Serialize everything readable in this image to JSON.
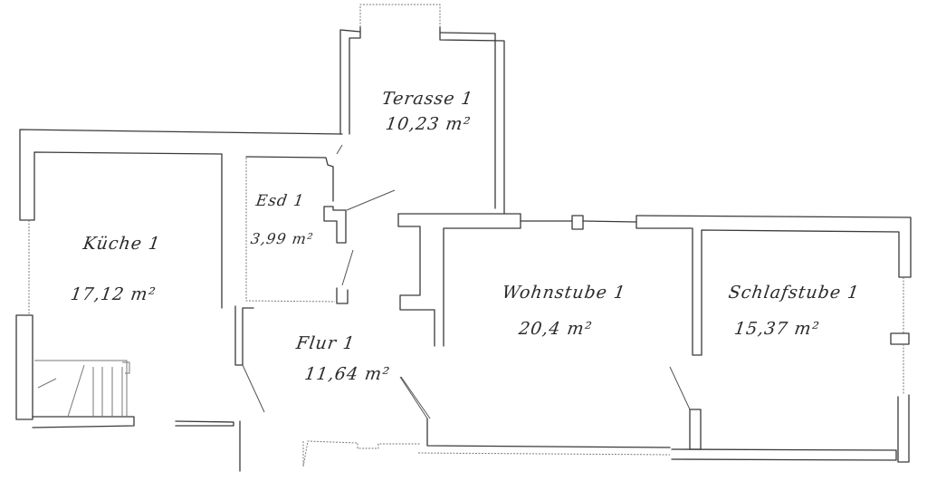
{
  "plan": {
    "stroke_color": "#3a3a3a",
    "background": "#ffffff",
    "rooms": [
      {
        "id": "terrasse",
        "name": "Terasse 1",
        "area": "10,23",
        "unit": "m²"
      },
      {
        "id": "esd",
        "name": "Esd 1",
        "area": "3,99",
        "unit": "m²"
      },
      {
        "id": "kueche",
        "name": "Küche 1",
        "area": "17,12",
        "unit": "m²"
      },
      {
        "id": "flur",
        "name": "Flur 1",
        "area": "11,64",
        "unit": "m²"
      },
      {
        "id": "wohnstube",
        "name": "Wohnstube 1",
        "area": "20,4",
        "unit": "m²"
      },
      {
        "id": "schlafstube",
        "name": "Schlafstube 1",
        "area": "15,37",
        "unit": "m²"
      }
    ]
  }
}
